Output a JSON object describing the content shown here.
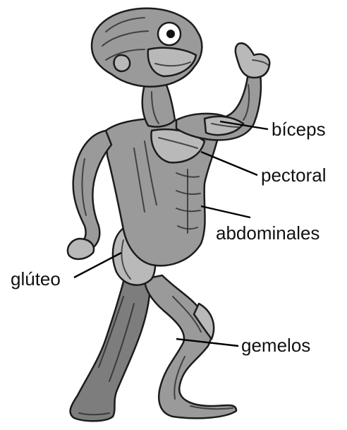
{
  "labels": {
    "biceps": "bíceps",
    "pectoral": "pectoral",
    "abdominales": "abdominales",
    "gluteo": "glúteo",
    "gemelos": "gemelos"
  },
  "colors": {
    "muscle": "#9a9a9a",
    "outline": "#1c1c1c",
    "background": "#ffffff"
  }
}
